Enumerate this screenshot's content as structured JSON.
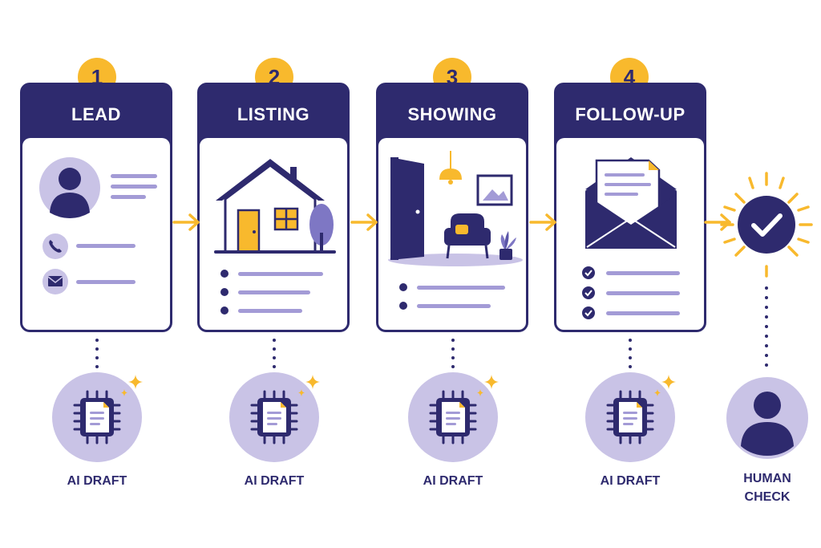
{
  "stages": [
    {
      "number": "1",
      "title": "LEAD"
    },
    {
      "number": "2",
      "title": "LISTING"
    },
    {
      "number": "3",
      "title": "SHOWING"
    },
    {
      "number": "4",
      "title": "FOLLOW-UP"
    }
  ],
  "ai_steps": [
    {
      "label": "AI DRAFT"
    },
    {
      "label": "AI DRAFT"
    },
    {
      "label": "AI DRAFT"
    },
    {
      "label": "AI DRAFT"
    }
  ],
  "final": {
    "label_line1": "HUMAN",
    "label_line2": "CHECK"
  },
  "colors": {
    "navy": "#2e2a6e",
    "accent": "#f8b92d",
    "lavender": "#c9c3e6",
    "lines": "#a39bd6"
  },
  "icons": {
    "lead": [
      "avatar-icon",
      "phone-icon",
      "mail-icon"
    ],
    "listing": [
      "house-icon",
      "tree-icon"
    ],
    "showing": [
      "door-icon",
      "lamp-icon",
      "picture-frame-icon",
      "armchair-icon",
      "plant-icon"
    ],
    "follow_up": [
      "envelope-icon",
      "check-circle-icon"
    ],
    "ai": [
      "chip-document-icon",
      "sparkle-icon"
    ],
    "human": [
      "person-icon",
      "checkmark-sunburst-icon"
    ]
  }
}
